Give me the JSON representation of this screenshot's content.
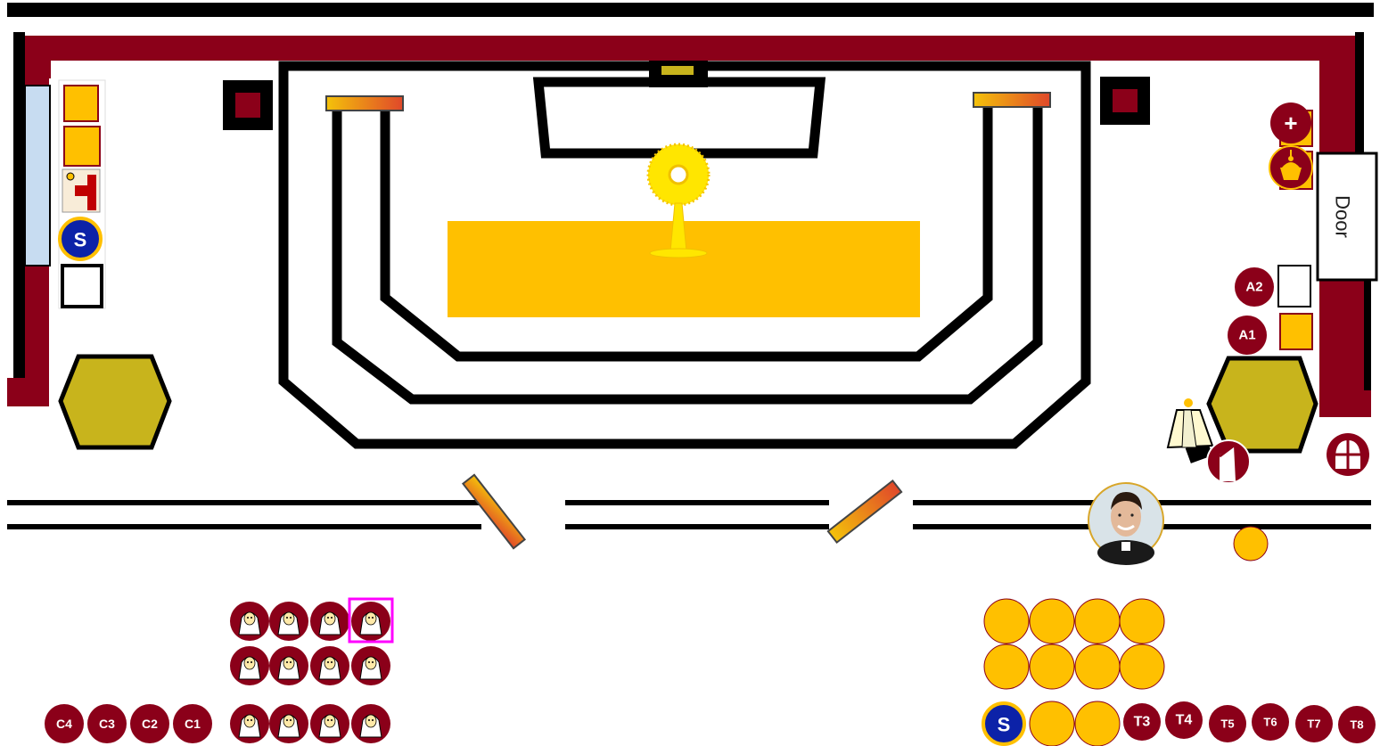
{
  "title": "",
  "colors": {
    "maroon": "#8b0019",
    "gold": "#ffc000",
    "olive": "#c8b41c",
    "sky": "#c7dcf1",
    "blue": "#0c22a8",
    "magenta": "#ff00ff"
  },
  "door": {
    "label": "Door"
  },
  "left_wall": {
    "s_marker": "S"
  },
  "right_wall": {
    "plus_marker": "+",
    "a2_marker": "A2",
    "a1_marker": "A1"
  },
  "icons": {
    "monstrance": "monstrance-icon",
    "thurible": "thurible-icon",
    "bell": "bell-icon",
    "cope": "cope-icon",
    "lantern": "lantern-icon",
    "priest_photo": "priest-photo",
    "nun": "nun-icon"
  },
  "nuns": {
    "rows": 3,
    "per_row": 4,
    "highlighted": "row-1-position-4"
  },
  "cantors": {
    "labels": [
      "C4",
      "C3",
      "C2",
      "C1"
    ]
  },
  "congregation": {
    "row1_count": 4,
    "row2_count": 4,
    "row3_s": "S",
    "row3_blank_count": 2,
    "torch_labels": [
      "T3",
      "T4",
      "T5",
      "T6",
      "T7",
      "T8"
    ]
  }
}
